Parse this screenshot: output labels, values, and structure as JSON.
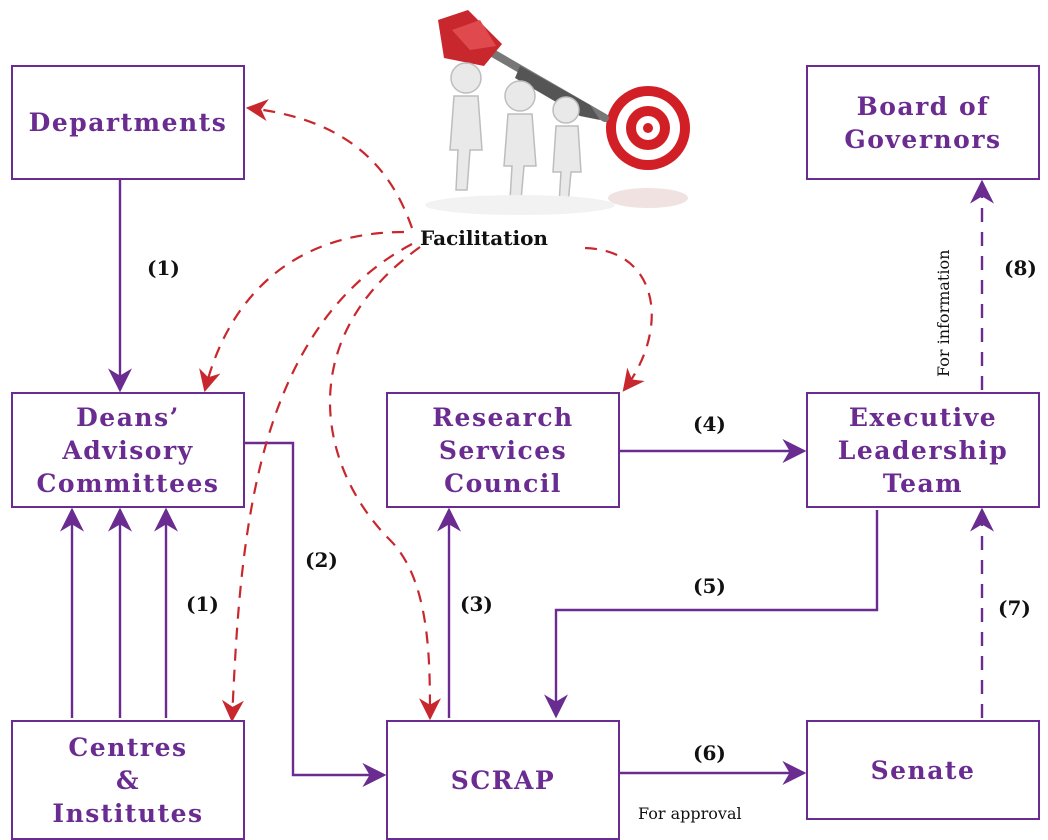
{
  "colors": {
    "primary": "#6a2c91",
    "facilitation": "#c8282d",
    "text": "#111111"
  },
  "illustration": {
    "icon": "dart-team-target-icon"
  },
  "nodes": {
    "departments": "Departments",
    "board": "Board of\nGovernors",
    "deans": "Deans’\nAdvisory\nCommittees",
    "rsc": "Research\nServices\nCouncil",
    "elt": "Executive\nLeadership\nTeam",
    "centres": "Centres\n&\nInstitutes",
    "scrap": "SCRAP",
    "senate": "Senate"
  },
  "labels": {
    "facilitation": "Facilitation",
    "step1_top": "(1)",
    "step1_bottom": "(1)",
    "step2": "(2)",
    "step3": "(3)",
    "step4": "(4)",
    "step5": "(5)",
    "step6": "(6)",
    "step7": "(7)",
    "step8": "(8)",
    "for_information": "For information",
    "for_approval": "For approval"
  }
}
